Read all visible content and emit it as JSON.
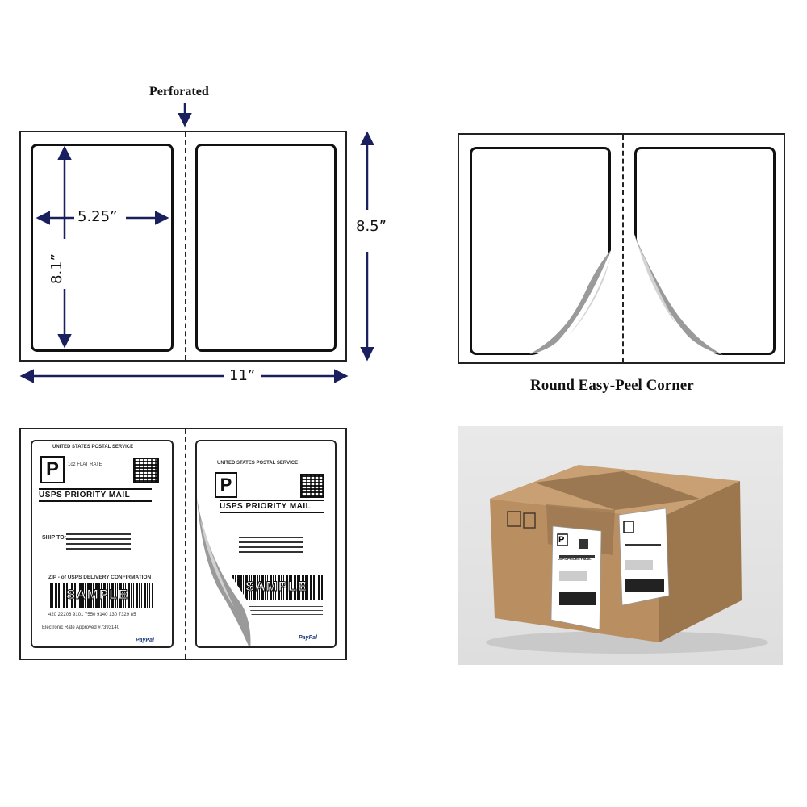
{
  "top_left": {
    "perforated_label": "Perforated",
    "width_label": "5.25”",
    "height_label": "8.1”",
    "sheet_height_label": "8.5”",
    "sheet_width_label": "11”"
  },
  "top_right": {
    "caption": "Round Easy-Peel Corner"
  },
  "bottom_left": {
    "left_label": {
      "carrier_line": "UNITED STATES POSTAL SERVICE",
      "p_letter": "P",
      "service": "USPS PRIORITY MAIL",
      "ship_to": "SHIP TO:",
      "confirmation": "ZIP - of USPS DELIVERY CONFIRMATION",
      "sample": "SAMPLE",
      "tracking": "420 22206 9101 7550 9140 130 7329 85",
      "footer": "Electronic Rate Approved #7393140",
      "paypal": "PayPal"
    },
    "right_label": {
      "carrier_line": "UNITED STATES POSTAL SERVICE",
      "p_letter": "P",
      "service": "USPS PRIORITY MAIL",
      "sample": "SAMPLE",
      "paypal": "PayPal"
    }
  },
  "bottom_right": {
    "box_label_service": "USPS PRIORITY MAIL",
    "box_label_letter": "P"
  },
  "colors": {
    "arrow": "#1a1f5e",
    "cardboard": "#b98f62",
    "cardboard_dark": "#9c764c",
    "tape": "#8d6b47"
  }
}
